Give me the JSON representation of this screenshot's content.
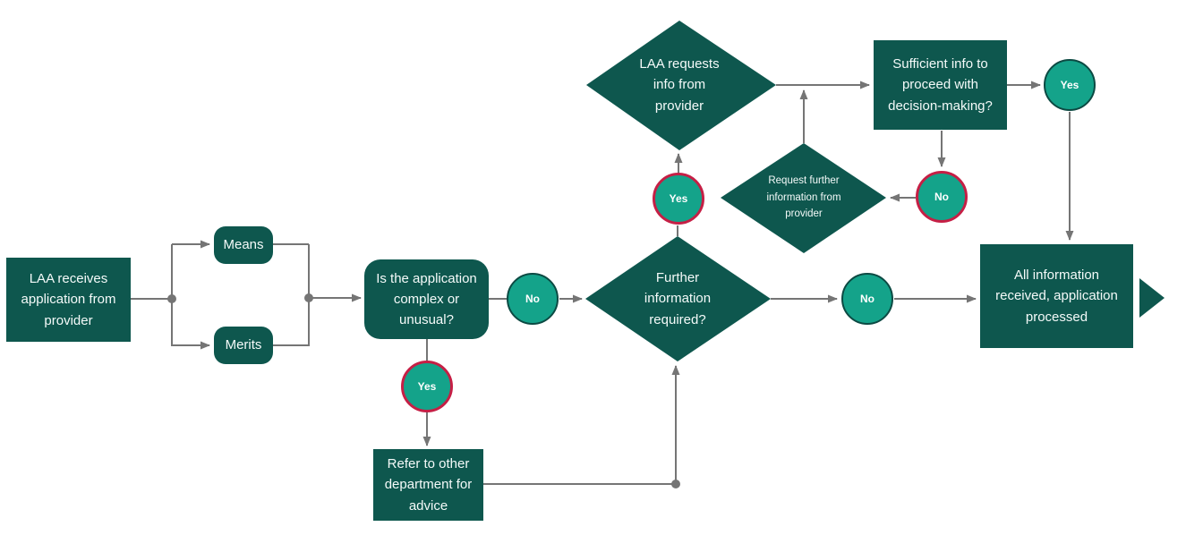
{
  "palette": {
    "node_fill": "#0e574e",
    "node_text": "#f4faf9",
    "connector_gray": "#757575",
    "circle_fill": "#14a38a",
    "circle_border_dark": "#0c4a43",
    "circle_border_red": "#c51f45",
    "background": "#ffffff"
  },
  "nodes": {
    "start": {
      "type": "process",
      "label": "LAA receives\napplication from\nprovider"
    },
    "means": {
      "type": "rounded",
      "label": "Means"
    },
    "merits": {
      "type": "rounded",
      "label": "Merits"
    },
    "complex_question": {
      "type": "rounded",
      "label": "Is the application\ncomplex or\nunusual?"
    },
    "no_complex": {
      "type": "connector-circle",
      "label": "No"
    },
    "yes_complex": {
      "type": "connector-circle",
      "label": "Yes"
    },
    "refer": {
      "type": "process",
      "label": "Refer to other\ndepartment for\nadvice"
    },
    "further_info": {
      "type": "decision",
      "label": "Further\ninformation\nrequired?"
    },
    "yes_further": {
      "type": "connector-circle",
      "label": "Yes"
    },
    "laa_requests": {
      "type": "decision",
      "label": "LAA requests\ninfo from\nprovider"
    },
    "sufficient_info": {
      "type": "process",
      "label": "Sufficient info to\nproceed with\ndecision-making?"
    },
    "yes_sufficient": {
      "type": "connector-circle",
      "label": "Yes"
    },
    "no_sufficient": {
      "type": "connector-circle",
      "label": "No"
    },
    "request_further": {
      "type": "decision",
      "label": "Request further\ninformation from\nprovider"
    },
    "no_further": {
      "type": "connector-circle",
      "label": "No"
    },
    "all_info": {
      "type": "process",
      "label": "All information\nreceived, application\nprocessed"
    }
  }
}
